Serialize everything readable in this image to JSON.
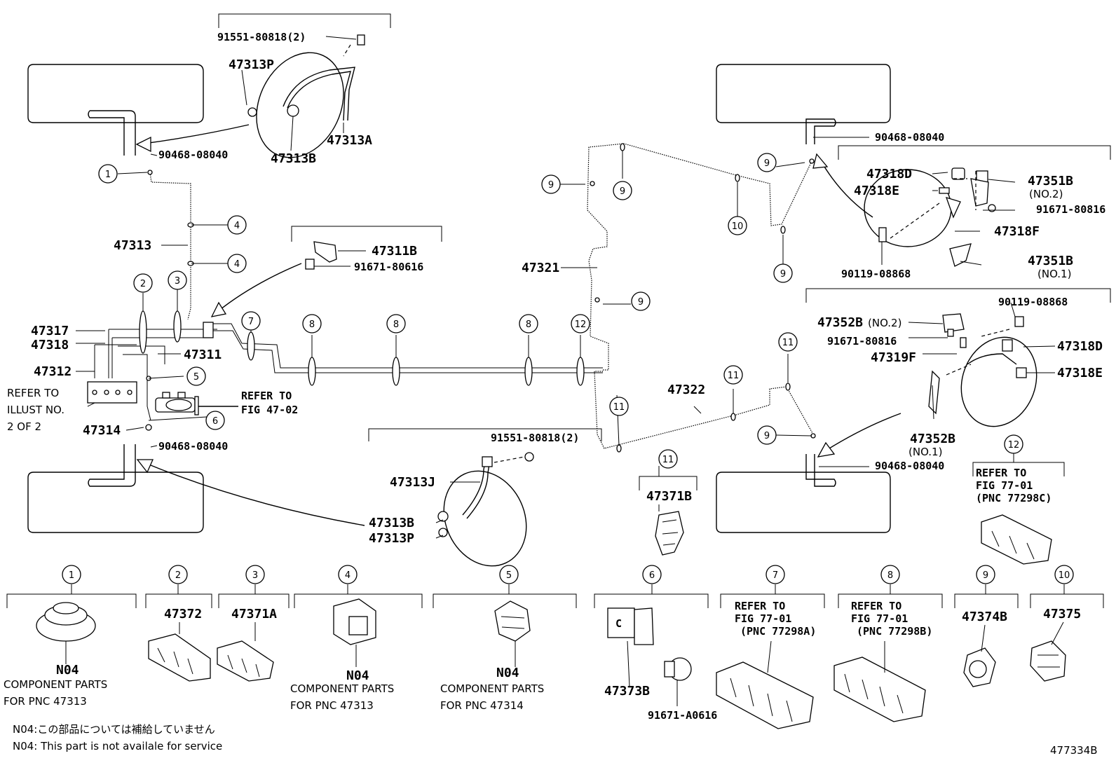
{
  "callouts": {
    "c1": "1",
    "c2": "2",
    "c3": "3",
    "c4": "4",
    "c5": "5",
    "c6": "6",
    "c7": "7",
    "c8": "8",
    "c9": "9",
    "c10": "10",
    "c11": "11",
    "c12": "12"
  },
  "left": {
    "p91551_top": "91551-80818(2)",
    "p47313P": "47313P",
    "p47313A": "47313A",
    "p47313B": "47313B",
    "p90468_a": "90468-08040",
    "p47313": "47313",
    "p47311B": "47311B",
    "p91671_80616": "91671-80616",
    "p47317": "47317",
    "p47318": "47318",
    "p47311": "47311",
    "p47312": "47312",
    "refer_illust_1": "REFER TO",
    "refer_illust_2": "ILLUST NO.",
    "refer_illust_3": "2 OF 2",
    "refer_fig_1": "REFER TO",
    "refer_fig_2": "FIG 47-02",
    "p47314": "47314",
    "p90468_b": "90468-08040",
    "p91551_mid": "91551-80818(2)",
    "p47313J": "47313J",
    "p47313B_2": "47313B",
    "p47313P_2": "47313P"
  },
  "center": {
    "p47321": "47321",
    "p47322": "47322",
    "p47371B": "47371B"
  },
  "right": {
    "p90468_c": "90468-08040",
    "p47318D": "47318D",
    "p47318E": "47318E",
    "p47351B_2": "47351B",
    "no2": "(NO.2)",
    "p91671_80816": "91671-80816",
    "p47318F": "47318F",
    "p47351B_1": "47351B",
    "no1": "(NO.1)",
    "p90119_a": "90119-08868",
    "p90119_b": "90119-08868",
    "p47352B_2": "47352B",
    "no2b": "(NO.2)",
    "p91671_80816b": "91671-80816",
    "p47319F": "47319F",
    "p47318D_b": "47318D",
    "p47318E_b": "47318E",
    "p47352B_1": "47352B",
    "no1b": "(NO.1)",
    "p90468_d": "90468-08040",
    "refer12_1": "REFER TO",
    "refer12_2": "FIG 77-01",
    "refer12_3": "(PNC 77298C)"
  },
  "bottom": {
    "n04_a": "N04",
    "comp_a1": "COMPONENT PARTS",
    "comp_a2": "FOR PNC 47313",
    "p47372": "47372",
    "p47371A": "47371A",
    "n04_b": "N04",
    "comp_b1": "COMPONENT PARTS",
    "comp_b2": "FOR PNC 47313",
    "n04_c": "N04",
    "comp_c1": "COMPONENT PARTS",
    "comp_c2": "FOR PNC 47314",
    "p47373B": "47373B",
    "p91671_A0616": "91671-A0616",
    "refer7_1": "REFER TO",
    "refer7_2": "FIG 77-01",
    "refer7_3": "(PNC 77298A)",
    "refer8_1": "REFER TO",
    "refer8_2": "FIG 77-01",
    "refer8_3": "(PNC 77298B)",
    "p47374B": "47374B",
    "p47375": "47375"
  },
  "notes": {
    "jp": "N04:この部品については補給していません",
    "en": "N04: This part is not availale for service",
    "fig_id": "477334B"
  }
}
